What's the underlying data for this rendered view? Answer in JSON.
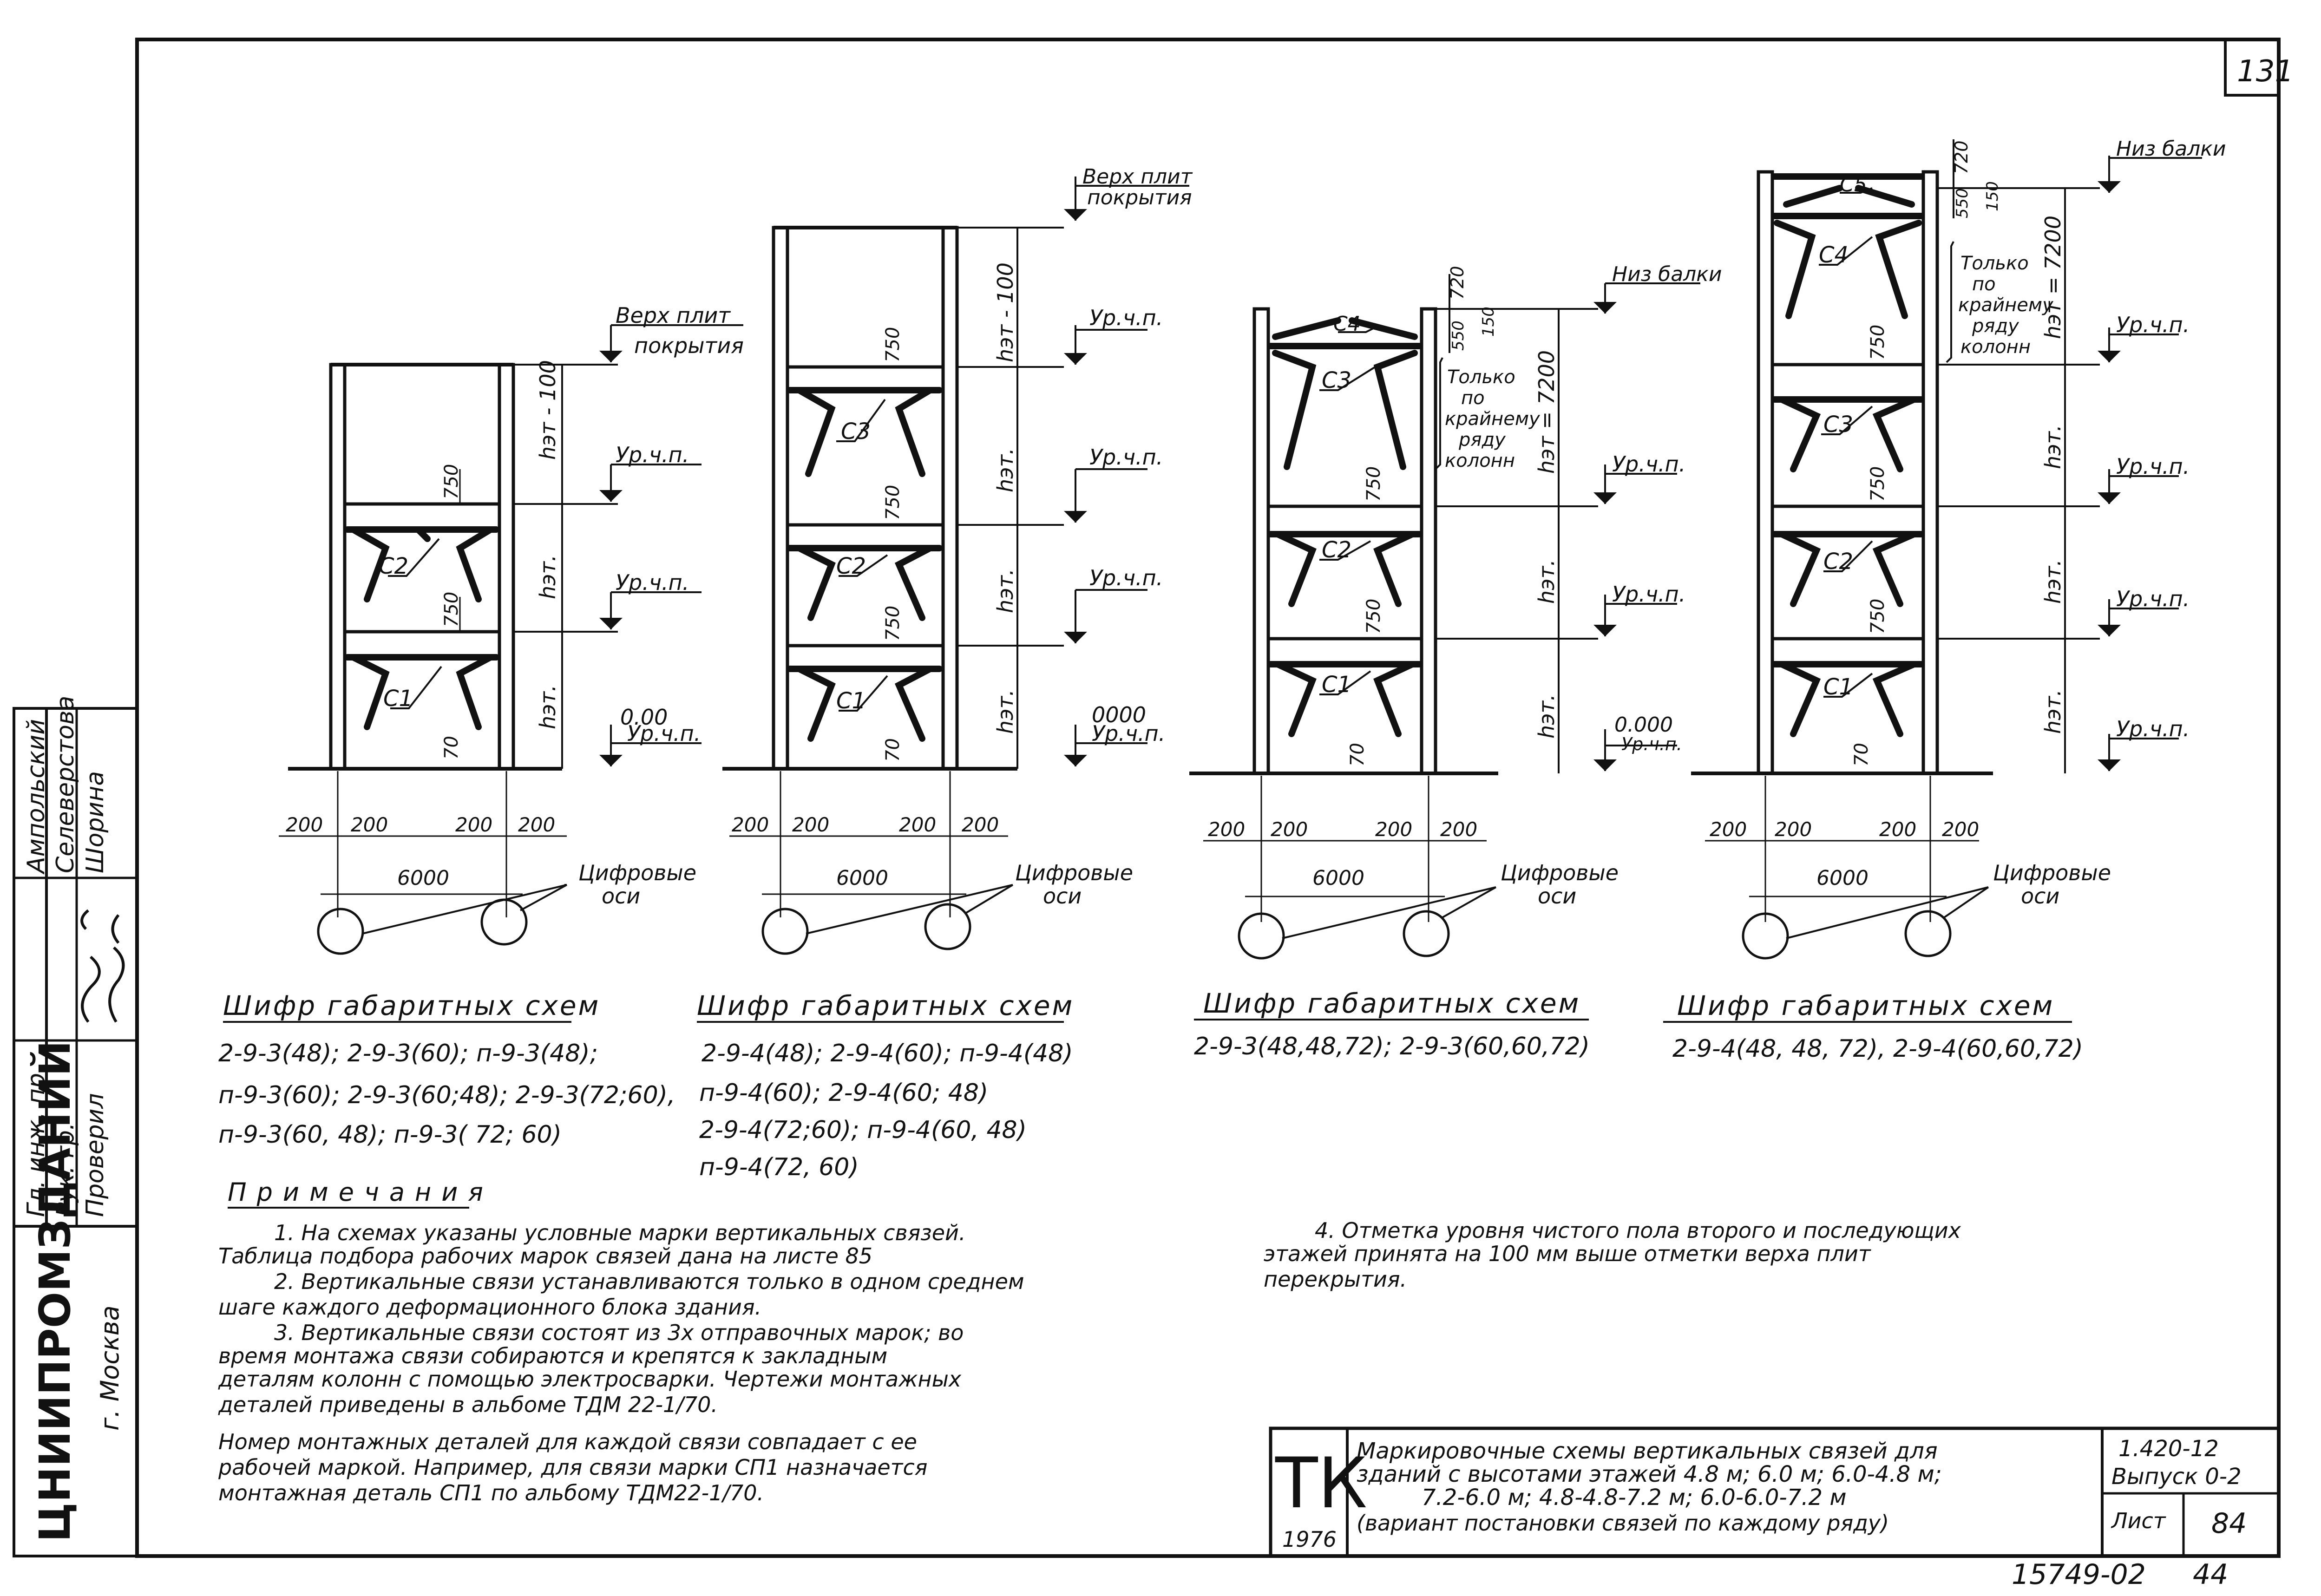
{
  "sheet": {
    "number": "131",
    "bottom_number": "15749-02",
    "bottom_number2": "44"
  },
  "side_stamp": {
    "org": "ЦНИИПРОМЗДАНИЙ",
    "city": "г. Москва",
    "roles": [
      "Гл. инж. пр.",
      "Рук. гр.",
      "Проверил"
    ],
    "names": [
      "Ампольский",
      "Селеверстова",
      "Шорина"
    ]
  },
  "labels": {
    "verkh_plit": "Верх плит",
    "pokrytiya": "покрытия",
    "ur_ch_p": "Ур.ч.п.",
    "niz_balki": "Низ балки",
    "only_edge": [
      "Только",
      "по",
      "крайнему",
      "ряду",
      "колонн"
    ],
    "digital_axes": [
      "Цифровые",
      "оси"
    ],
    "h_et": "hэт.",
    "h_et_minus": "hэт - 100",
    "h_et_7200": "hэт = 7200",
    "dim_750": "750",
    "dim_70": "70",
    "dim_720": "720",
    "dim_550": "550",
    "dim_150": "150",
    "dim_200": "200",
    "dim_6000": "6000",
    "level_000": "0.00",
    "level_0000": "0000",
    "level_0000b": "0.000",
    "braces": [
      "С1",
      "С2",
      "С3",
      "С4",
      "С5"
    ]
  },
  "ciphers": [
    {
      "title": "Шифр габаритных схем",
      "lines": [
        "2-9-3(48); 2-9-3(60); п-9-3(48);",
        "п-9-3(60); 2-9-3(60;48); 2-9-3(72;60),",
        "п-9-3(60, 48); п-9-3( 72; 60)"
      ]
    },
    {
      "title": "Шифр габаритных схем",
      "lines": [
        "2-9-4(48); 2-9-4(60); п-9-4(48)",
        "п-9-4(60); 2-9-4(60; 48)",
        "2-9-4(72;60); п-9-4(60, 48)",
        "п-9-4(72, 60)"
      ]
    },
    {
      "title": "Шифр габаритных схем",
      "lines": [
        "2-9-3(48,48,72); 2-9-3(60,60,72)"
      ]
    },
    {
      "title": "Шифр габаритных схем",
      "lines": [
        "2-9-4(48, 48, 72), 2-9-4(60,60,72)"
      ]
    }
  ],
  "notes": {
    "title": "Примечания",
    "lines": [
      "1. На схемах указаны условные марки вертикальных связей.",
      "Таблица подбора рабочих марок связей дана на листе 85",
      "2. Вертикальные связи устанавливаются только в одном среднем",
      "шаге каждого деформационного блока здания.",
      "3. Вертикальные связи состоят из 3х отправочных марок; во",
      "время монтажа связи собираются и крепятся к закладным",
      "деталям колонн с помощью электросварки. Чертежи монтажных",
      "деталей приведены в альбоме ТДМ 22-1/70.",
      "Номер монтажных деталей для каждой связи совпадает с ее",
      "рабочей маркой. Например, для связи марки СП1 назначается",
      "монтажная деталь СП1 по альбому ТДМ22-1/70."
    ],
    "note4": [
      "4. Отметка уровня чистого пола второго и последующих",
      "этажей принята на 100 мм выше отметки верха плит",
      "перекрытия."
    ]
  },
  "title_block": {
    "logo": "ТК",
    "year": "1976",
    "title_lines": [
      "Маркировочные схемы вертикальных связей для",
      "зданий с высотами этажей 4.8 м; 6.0 м; 6.0-4.8 м;",
      "7.2-6.0 м; 4.8-4.8-7.2 м; 6.0-6.0-7.2 м",
      "(вариант постановки связей по каждому ряду)"
    ],
    "series": "1.420-12",
    "issue": "Выпуск 0-2",
    "sheet_label": "Лист",
    "sheet_no": "84"
  }
}
